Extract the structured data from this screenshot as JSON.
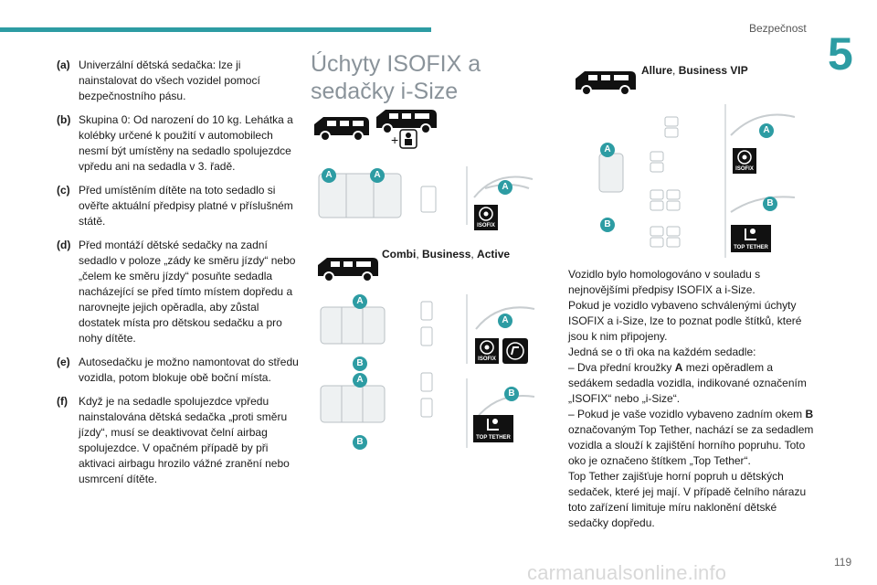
{
  "header": {
    "section": "Bezpečnost",
    "chapter": "5",
    "page_number": "119"
  },
  "notes": [
    {
      "key": "(a)",
      "text": "Univerzální dětská sedačka: lze ji nainstalovat do všech vozidel pomocí bezpečnostního pásu."
    },
    {
      "key": "(b)",
      "text": "Skupina 0: Od narození do 10 kg. Lehátka a kolébky určené k použití v automobilech nesmí být umístěny na sedadlo spolujezdce vpředu ani na sedadla v 3. řadě."
    },
    {
      "key": "(c)",
      "text": "Před umístěním dítěte na toto sedadlo si ověřte aktuální předpisy platné v příslušném státě."
    },
    {
      "key": "(d)",
      "text": "Před montáží dětské sedačky na zadní sedadlo v poloze „zády ke směru jízdy“ nebo „čelem ke směru jízdy“ posuňte sedadla nacházející se před tímto místem dopředu a narovnejte jejich opěradla, aby zůstal dostatek místa pro dětskou sedačku a pro nohy dítěte."
    },
    {
      "key": "(e)",
      "text": "Autosedačku je možno namontovat do středu vozidla, potom blokuje obě boční místa."
    },
    {
      "key": "(f)",
      "text": "Když je na sedadle spolujezdce vpředu nainstalována dětská sedačka „proti směru jízdy“, musí se deaktivovat čelní airbag spolujezdce. V opačném případě by při aktivaci airbagu hrozilo vážné zranění nebo usmrcení dítěte."
    }
  ],
  "section_title": "Úchyty ISOFIX a sedačky i-Size",
  "variants": {
    "combi": [
      "Combi",
      "Business",
      "Active"
    ],
    "allure": [
      "Allure",
      "Business VIP"
    ],
    "separator": ", "
  },
  "labels": {
    "isofix": "ISOFIX",
    "top_tether": "TOP TETHER",
    "a": "A",
    "b": "B"
  },
  "body": {
    "p1": "Vozidlo bylo homologováno v souladu s nejnovějšími předpisy ISOFIX a i-Size.",
    "p2": "Pokud je vozidlo vybaveno schválenými úchyty ISOFIX a i-Size, lze to poznat podle štítků, které jsou k nim připojeny.",
    "p3": "Jedná se o tři oka na každém sedadle:",
    "p4_pre": "– Dva přední kroužky ",
    "p4_key": "A",
    "p4_post": " mezi opěradlem a sedákem sedadla vozidla, indikované označením „ISOFIX“ nebo „i-Size“.",
    "p5_pre": "– Pokud je vaše vozidlo vybaveno zadním okem ",
    "p5_key": "B",
    "p5_post": " označovaným Top Tether, nachází se za sedadlem vozidla a slouží k zajištění horního popruhu. Toto oko je označeno štítkem „Top Tether“.",
    "p6": "Top Tether zajišťuje horní popruh u dětských sedaček, které jej mají. V případě čelního nárazu toto zařízení limituje míru naklonění dětské sedačky dopředu."
  },
  "watermark": "carmanualsonline.info",
  "colors": {
    "accent": "#2d9ca3",
    "heading": "#8a939a"
  }
}
